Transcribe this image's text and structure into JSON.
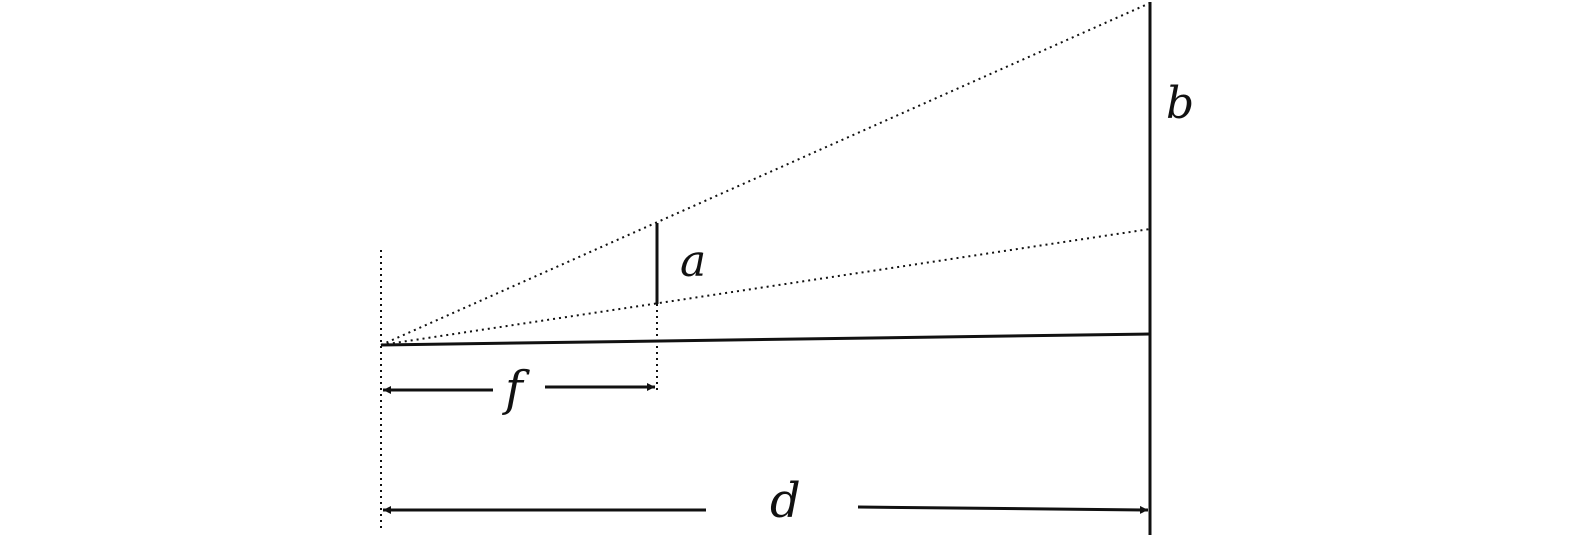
{
  "labels": {
    "a": "a",
    "b": "b",
    "f": "f",
    "d": "d"
  },
  "colors": {
    "line": "#111111",
    "background": "#ffffff"
  }
}
